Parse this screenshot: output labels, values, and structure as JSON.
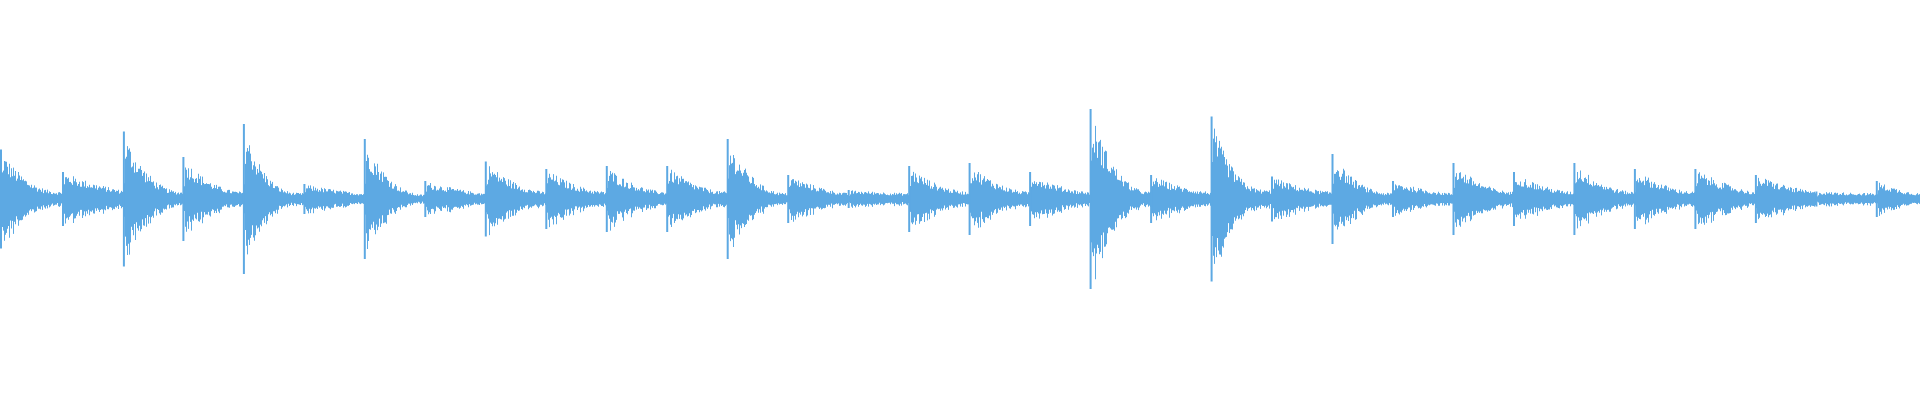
{
  "waveform": {
    "color": "#5DA9E3",
    "background": "#FFFFFF",
    "amplitude_scale": 1.0,
    "hits": [
      {
        "t": 0.0,
        "peak": 0.33,
        "decay": 0.55,
        "tail": 0.05
      },
      {
        "t": 0.0323,
        "peak": 0.18,
        "decay": 0.95,
        "tail": 0.06
      },
      {
        "t": 0.064,
        "peak": 0.45,
        "decay": 0.55,
        "tail": 0.05
      },
      {
        "t": 0.095,
        "peak": 0.28,
        "decay": 0.6,
        "tail": 0.05
      },
      {
        "t": 0.1265,
        "peak": 0.5,
        "decay": 0.45,
        "tail": 0.04
      },
      {
        "t": 0.158,
        "peak": 0.1,
        "decay": 0.9,
        "tail": 0.04
      },
      {
        "t": 0.1895,
        "peak": 0.4,
        "decay": 0.55,
        "tail": 0.03
      },
      {
        "t": 0.221,
        "peak": 0.12,
        "decay": 0.9,
        "tail": 0.04
      },
      {
        "t": 0.2525,
        "peak": 0.25,
        "decay": 0.7,
        "tail": 0.05
      },
      {
        "t": 0.284,
        "peak": 0.2,
        "decay": 0.7,
        "tail": 0.05
      },
      {
        "t": 0.3155,
        "peak": 0.22,
        "decay": 0.65,
        "tail": 0.05
      },
      {
        "t": 0.347,
        "peak": 0.22,
        "decay": 0.65,
        "tail": 0.05
      },
      {
        "t": 0.3785,
        "peak": 0.4,
        "decay": 0.55,
        "tail": 0.04
      },
      {
        "t": 0.41,
        "peak": 0.16,
        "decay": 0.85,
        "tail": 0.04
      },
      {
        "t": 0.4415,
        "peak": 0.06,
        "decay": 0.95,
        "tail": 0.04
      },
      {
        "t": 0.473,
        "peak": 0.22,
        "decay": 0.65,
        "tail": 0.05
      },
      {
        "t": 0.5045,
        "peak": 0.24,
        "decay": 0.65,
        "tail": 0.05
      },
      {
        "t": 0.536,
        "peak": 0.18,
        "decay": 0.7,
        "tail": 0.05
      },
      {
        "t": 0.5675,
        "peak": 0.6,
        "decay": 0.55,
        "tail": 0.05
      },
      {
        "t": 0.599,
        "peak": 0.16,
        "decay": 0.75,
        "tail": 0.05
      },
      {
        "t": 0.6305,
        "peak": 0.55,
        "decay": 0.45,
        "tail": 0.06
      },
      {
        "t": 0.662,
        "peak": 0.15,
        "decay": 0.75,
        "tail": 0.05
      },
      {
        "t": 0.6935,
        "peak": 0.3,
        "decay": 0.55,
        "tail": 0.04
      },
      {
        "t": 0.725,
        "peak": 0.12,
        "decay": 0.8,
        "tail": 0.04
      },
      {
        "t": 0.7565,
        "peak": 0.24,
        "decay": 0.65,
        "tail": 0.05
      },
      {
        "t": 0.788,
        "peak": 0.18,
        "decay": 0.7,
        "tail": 0.05
      },
      {
        "t": 0.8195,
        "peak": 0.24,
        "decay": 0.65,
        "tail": 0.05
      },
      {
        "t": 0.851,
        "peak": 0.2,
        "decay": 0.7,
        "tail": 0.05
      },
      {
        "t": 0.8825,
        "peak": 0.2,
        "decay": 0.85,
        "tail": 0.05
      },
      {
        "t": 0.914,
        "peak": 0.16,
        "decay": 0.9,
        "tail": 0.05
      },
      {
        "t": 0.9455,
        "peak": 0.05,
        "decay": 0.95,
        "tail": 0.04
      },
      {
        "t": 0.977,
        "peak": 0.12,
        "decay": 0.8,
        "tail": 0.04
      }
    ]
  }
}
